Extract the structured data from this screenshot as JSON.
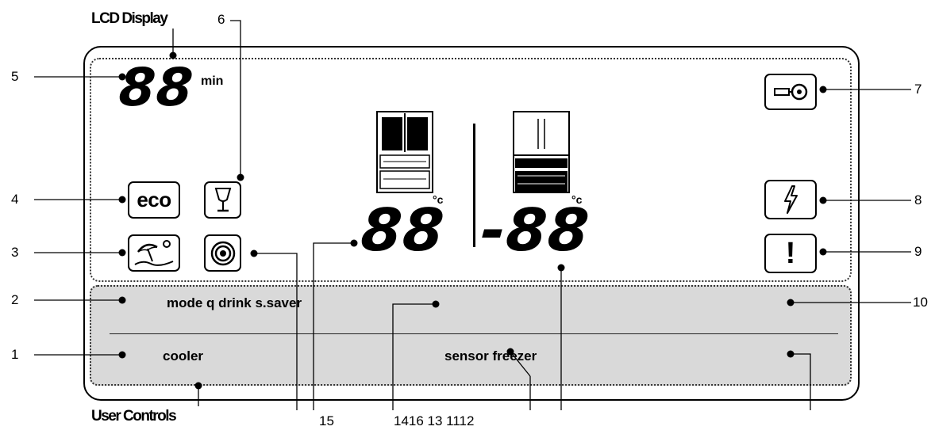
{
  "headings": {
    "lcd_display": "LCD Display",
    "user_controls": "User Controls"
  },
  "display": {
    "timer_digits": "88",
    "timer_unit": "min",
    "cooler_temp": "88",
    "freezer_temp": "-88",
    "cooler_unit": "°c",
    "freezer_unit": "°c",
    "eco_label": "eco",
    "alert_symbol": "!"
  },
  "controls": {
    "row1_label": "mode q drink s.saver",
    "row2_left": "cooler",
    "row2_right": "sensor freezer"
  },
  "callouts": {
    "n1": "1",
    "n2": "2",
    "n3": "3",
    "n4": "4",
    "n5": "5",
    "n6": "6",
    "n7": "7",
    "n8": "8",
    "n9": "9",
    "n10": "10",
    "n15": "15",
    "bottom_group": "1416 13 1112"
  },
  "icons": [
    "eco-icon",
    "drink-glass-icon",
    "vacation-umbrella-icon",
    "target-icon",
    "key-lock-icon",
    "lightning-icon",
    "alert-icon",
    "fridge-icon",
    "freezer-icon"
  ],
  "colors": {
    "control_panel": "#d9d9d9",
    "line": "#000000",
    "background": "#ffffff"
  }
}
